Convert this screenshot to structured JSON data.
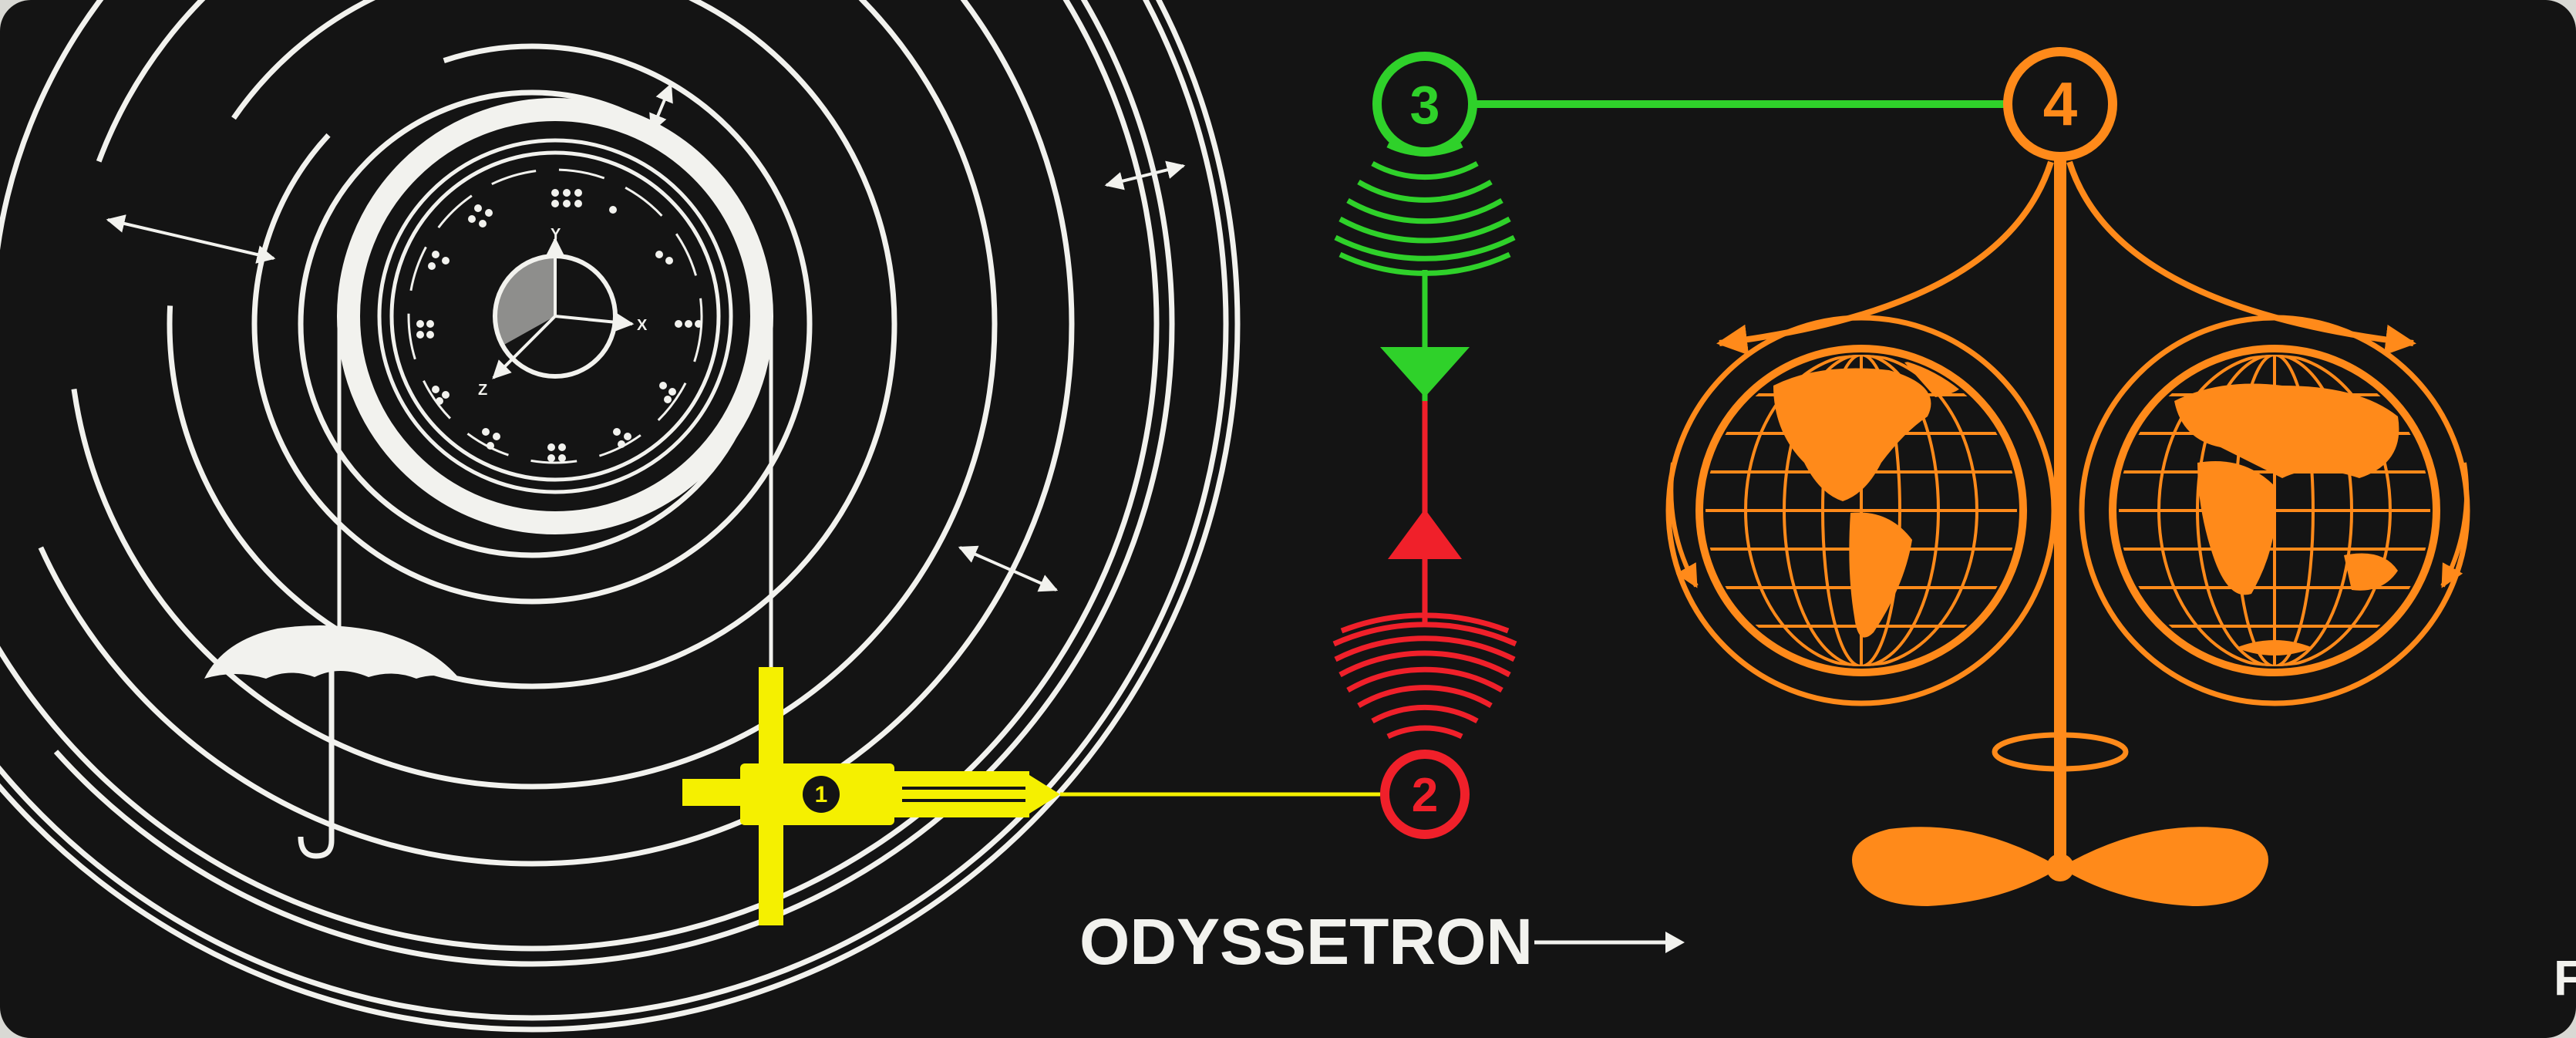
{
  "colors": {
    "background": "#141414",
    "frame": "#d9d9d4",
    "white": "#f2f2ee",
    "yellow": "#f5f000",
    "red": "#f0202a",
    "green": "#2fd12a",
    "orange": "#ff8a1a"
  },
  "stages": [
    {
      "label": "1",
      "color": "yellow",
      "name": "stage-1"
    },
    {
      "label": "2",
      "color": "red",
      "name": "stage-2"
    },
    {
      "label": "3",
      "color": "green",
      "name": "stage-3"
    },
    {
      "label": "4",
      "color": "orange",
      "name": "stage-4"
    }
  ],
  "dial": {
    "axes": [
      "Y",
      "X",
      "Z"
    ]
  },
  "title": "ODYSSETRON",
  "edge_text": "F",
  "icons": [
    "umbrella-icon",
    "globe-western-icon",
    "globe-eastern-icon",
    "propeller-icon",
    "arrow-right-icon"
  ]
}
